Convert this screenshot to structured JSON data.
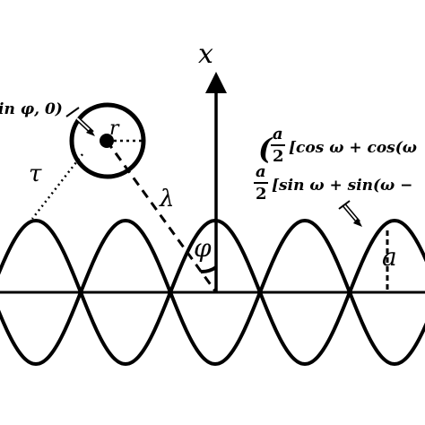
{
  "diagram": {
    "axis_label": "x",
    "radius_label": "r",
    "tau_label": "τ",
    "lambda_label": "λ",
    "phi_label": "φ",
    "amplitude_label": "a",
    "point_label": "in φ, 0)",
    "formula_cos": {
      "open_paren": "(",
      "numerator": "a",
      "denominator": "2",
      "body": "[cos ω + cos(ω"
    },
    "formula_sin": {
      "numerator": "a",
      "denominator": "2",
      "body": "[sin ω + sin(ω −"
    }
  },
  "colors": {
    "stroke": "#000000",
    "background": "#ffffff"
  }
}
